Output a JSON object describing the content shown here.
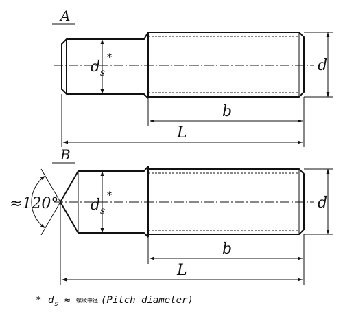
{
  "views": {
    "a": {
      "label": "A"
    },
    "b": {
      "label": "B"
    }
  },
  "dims": {
    "d": "d",
    "b": "b",
    "L": "L",
    "ds": "d",
    "ds_sub": "s",
    "star": "*",
    "angle": "≈120°"
  },
  "footnote": {
    "star": "*",
    "d": "d",
    "sub": "s",
    "approx": "≈",
    "cjk": "螺纹中径",
    "rest": "(Pitch diameter)"
  }
}
